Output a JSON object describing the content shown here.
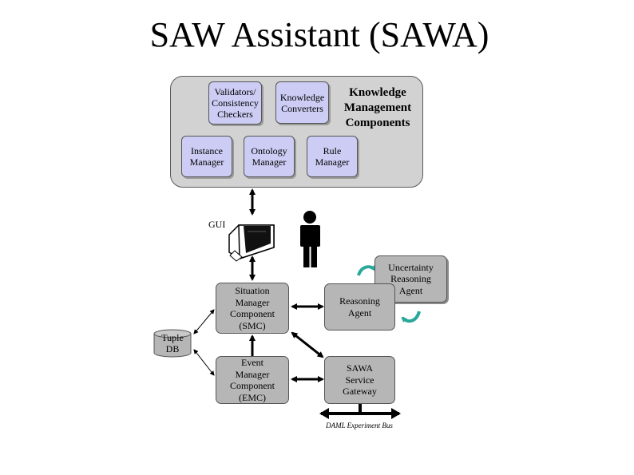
{
  "title": "SAW Assistant (SAWA)",
  "knowledge_management": {
    "label": "Knowledge\nManagement\nComponents",
    "boxes": [
      {
        "id": "validators",
        "text": "Validators/\nConsistency\nCheckers"
      },
      {
        "id": "knowledge-converters",
        "text": "Knowledge\nConverters"
      },
      {
        "id": "instance-manager",
        "text": "Instance\nManager"
      },
      {
        "id": "ontology-manager",
        "text": "Ontology\nManager"
      },
      {
        "id": "rule-manager",
        "text": "Rule\nManager"
      }
    ]
  },
  "gui_label": "GUI",
  "components": {
    "smc": "Situation\nManager\nComponent\n(SMC)",
    "emc": "Event\nManager\nComponent\n(EMC)",
    "reasoning_agent": "Reasoning\nAgent",
    "uncertainty_agent": "Uncertainty\nReasoning\nAgent",
    "sawa_gateway": "SAWA\nService\nGateway",
    "tuple_db": "Tuple\nDB"
  },
  "bus_label": "DAML Experiment Bus",
  "colors": {
    "knowledge_box": "#ccccf4",
    "panel": "#d2d2d2",
    "component_box": "#b6b6b6",
    "cycle_arrow": "#2aa79a"
  }
}
